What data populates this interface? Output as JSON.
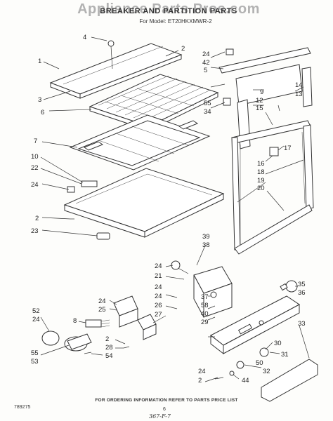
{
  "watermark": "Appliance Parts Pros.com",
  "header": {
    "title": "BREAKER AND PARTITION PARTS",
    "model": "For Model: ET20HKXMWR-2"
  },
  "footer": {
    "ordering_note": "FOR ORDERING INFORMATION REFER TO PARTS PRICE LIST",
    "page_number": "6",
    "code": "789275",
    "handwritten_note": "367-F-7"
  },
  "callouts": [
    "1",
    "2",
    "3",
    "4",
    "5",
    "6",
    "7",
    "9",
    "10",
    "12",
    "13",
    "14",
    "15",
    "16",
    "17",
    "18",
    "19",
    "20",
    "22",
    "23",
    "24",
    "25",
    "26",
    "27",
    "28",
    "29",
    "30",
    "31",
    "32",
    "33",
    "34",
    "35",
    "36",
    "37",
    "38",
    "39",
    "40",
    "42",
    "44",
    "50",
    "52",
    "53",
    "54",
    "55",
    "58",
    "8"
  ]
}
